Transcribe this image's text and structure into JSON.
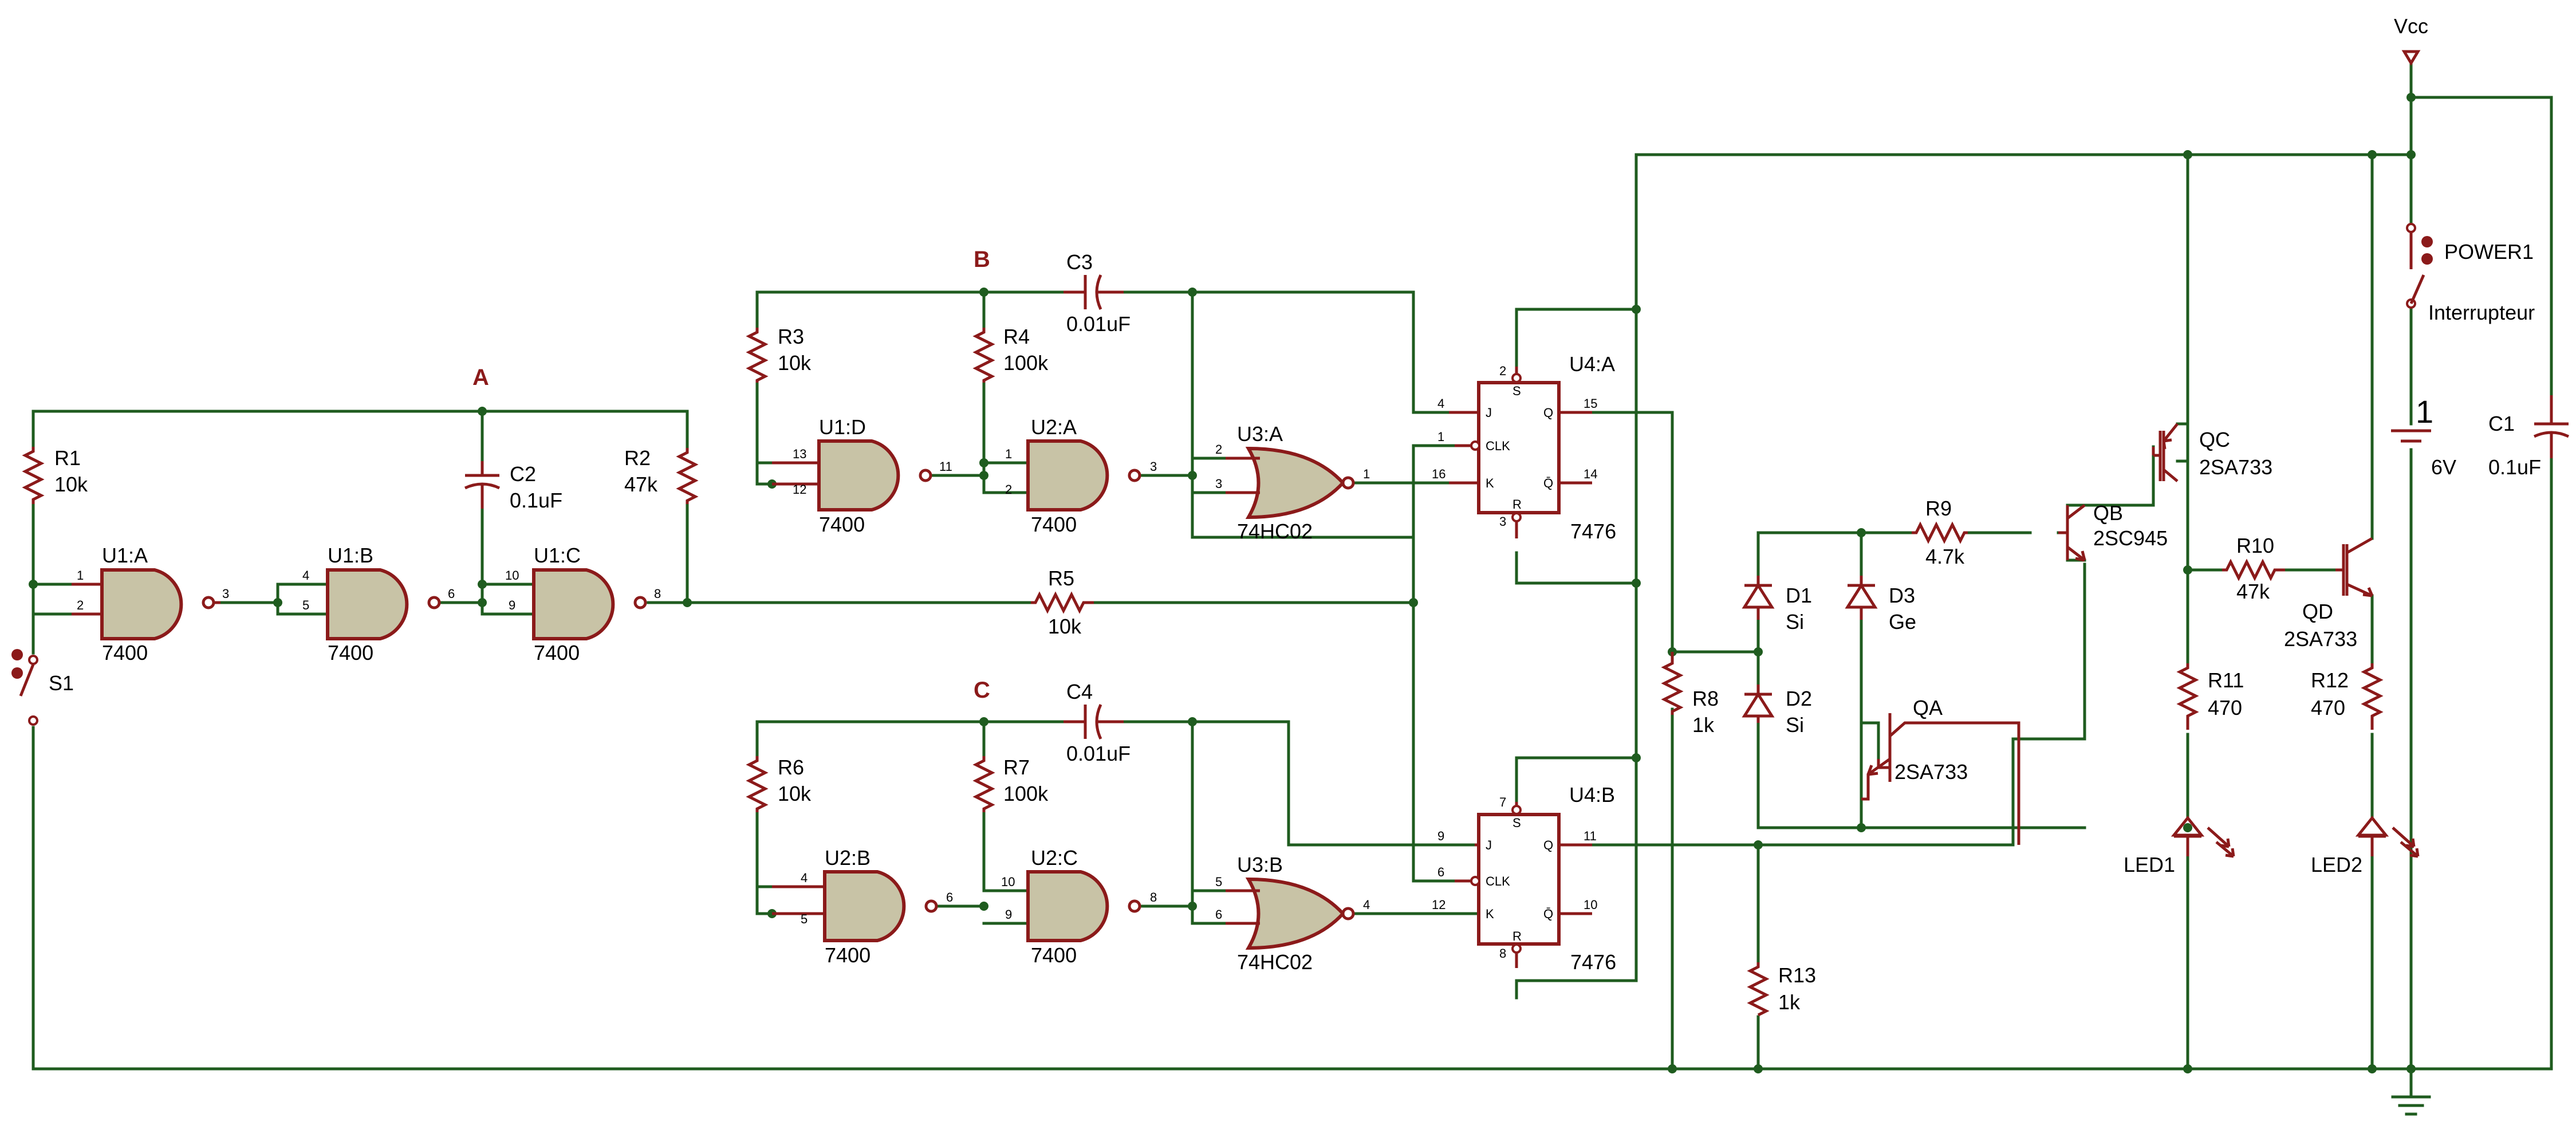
{
  "supply": {
    "vcc": "Vcc",
    "battery_ref": "1",
    "battery_value": "6V"
  },
  "nodes": {
    "a": "A",
    "b": "B",
    "c": "C"
  },
  "switches": {
    "s1": "S1",
    "power": "POWER1",
    "power_desc": "Interrupteur"
  },
  "gates": {
    "u1a": {
      "ref": "U1:A",
      "type": "7400",
      "pins": [
        "1",
        "2",
        "3"
      ]
    },
    "u1b": {
      "ref": "U1:B",
      "type": "7400",
      "pins": [
        "4",
        "5",
        "6"
      ]
    },
    "u1c": {
      "ref": "U1:C",
      "type": "7400",
      "pins": [
        "10",
        "9",
        "8"
      ]
    },
    "u1d": {
      "ref": "U1:D",
      "type": "7400",
      "pins": [
        "13",
        "12",
        "11"
      ]
    },
    "u2a": {
      "ref": "U2:A",
      "type": "7400",
      "pins": [
        "1",
        "2",
        "3"
      ]
    },
    "u2b": {
      "ref": "U2:B",
      "type": "7400",
      "pins": [
        "4",
        "5",
        "6"
      ]
    },
    "u2c": {
      "ref": "U2:C",
      "type": "7400",
      "pins": [
        "10",
        "9",
        "8"
      ]
    },
    "u3a": {
      "ref": "U3:A",
      "type": "74HC02",
      "pins": [
        "2",
        "3",
        "1"
      ]
    },
    "u3b": {
      "ref": "U3:B",
      "type": "74HC02",
      "pins": [
        "5",
        "6",
        "4"
      ]
    }
  },
  "flipflops": {
    "u4a": {
      "ref": "U4:A",
      "type": "7476",
      "pin_s": "2",
      "pin_j": "4",
      "pin_clk": "1",
      "pin_k": "16",
      "pin_r": "3",
      "pin_q": "15",
      "pin_qn": "14"
    },
    "u4b": {
      "ref": "U4:B",
      "type": "7476",
      "pin_s": "7",
      "pin_j": "9",
      "pin_clk": "6",
      "pin_k": "12",
      "pin_r": "8",
      "pin_q": "11",
      "pin_qn": "10"
    },
    "labels": {
      "j": "J",
      "clk": "CLK",
      "k": "K",
      "q": "Q",
      "qn": "Q̄",
      "s": "S",
      "r": "R"
    }
  },
  "resistors": {
    "r1": {
      "ref": "R1",
      "value": "10k"
    },
    "r2": {
      "ref": "R2",
      "value": "47k"
    },
    "r3": {
      "ref": "R3",
      "value": "10k"
    },
    "r4": {
      "ref": "R4",
      "value": "100k"
    },
    "r5": {
      "ref": "R5",
      "value": "10k"
    },
    "r6": {
      "ref": "R6",
      "value": "10k"
    },
    "r7": {
      "ref": "R7",
      "value": "100k"
    },
    "r8": {
      "ref": "R8",
      "value": "1k"
    },
    "r9": {
      "ref": "R9",
      "value": "4.7k"
    },
    "r10": {
      "ref": "R10",
      "value": "47k"
    },
    "r11": {
      "ref": "R11",
      "value": "470"
    },
    "r12": {
      "ref": "R12",
      "value": "470"
    },
    "r13": {
      "ref": "R13",
      "value": "1k"
    }
  },
  "capacitors": {
    "c1": {
      "ref": "C1",
      "value": "0.1uF"
    },
    "c2": {
      "ref": "C2",
      "value": "0.1uF"
    },
    "c3": {
      "ref": "C3",
      "value": "0.01uF"
    },
    "c4": {
      "ref": "C4",
      "value": "0.01uF"
    }
  },
  "diodes": {
    "d1": {
      "ref": "D1",
      "value": "Si"
    },
    "d2": {
      "ref": "D2",
      "value": "Si"
    },
    "d3": {
      "ref": "D3",
      "value": "Ge"
    },
    "led1": {
      "ref": "LED1"
    },
    "led2": {
      "ref": "LED2"
    }
  },
  "transistors": {
    "qa": {
      "ref": "QA",
      "value": "2SA733"
    },
    "qb": {
      "ref": "QB",
      "value": "2SC945"
    },
    "qc": {
      "ref": "QC",
      "value": "2SA733"
    },
    "qd": {
      "ref": "QD",
      "value": "2SA733"
    }
  },
  "colors": {
    "wire": "#1f5c1f",
    "part": "#8b1a1a",
    "gate_fill": "#c8c3a6"
  }
}
